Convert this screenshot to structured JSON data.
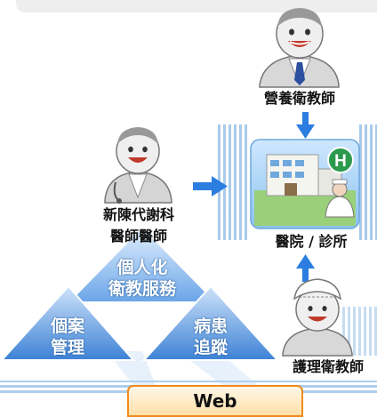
{
  "roles": {
    "nutritionist": "營養衛教師",
    "doctor_line1": "新陳代謝科",
    "doctor_line2": "醫師醫師",
    "hospital": "醫院 / 診所",
    "nurse": "護理衛教師"
  },
  "services": {
    "personalized_line1": "個人化",
    "personalized_line2": "衛教服務",
    "case_line1": "個案",
    "case_line2": "管理",
    "patient_line1": "病患",
    "patient_line2": "追蹤"
  },
  "web": "Web",
  "colors": {
    "arrow": "#2b7de0",
    "triangle": "#4a8fe0",
    "web_border": "#f08a1c",
    "stripes": "#9fc4e8"
  }
}
